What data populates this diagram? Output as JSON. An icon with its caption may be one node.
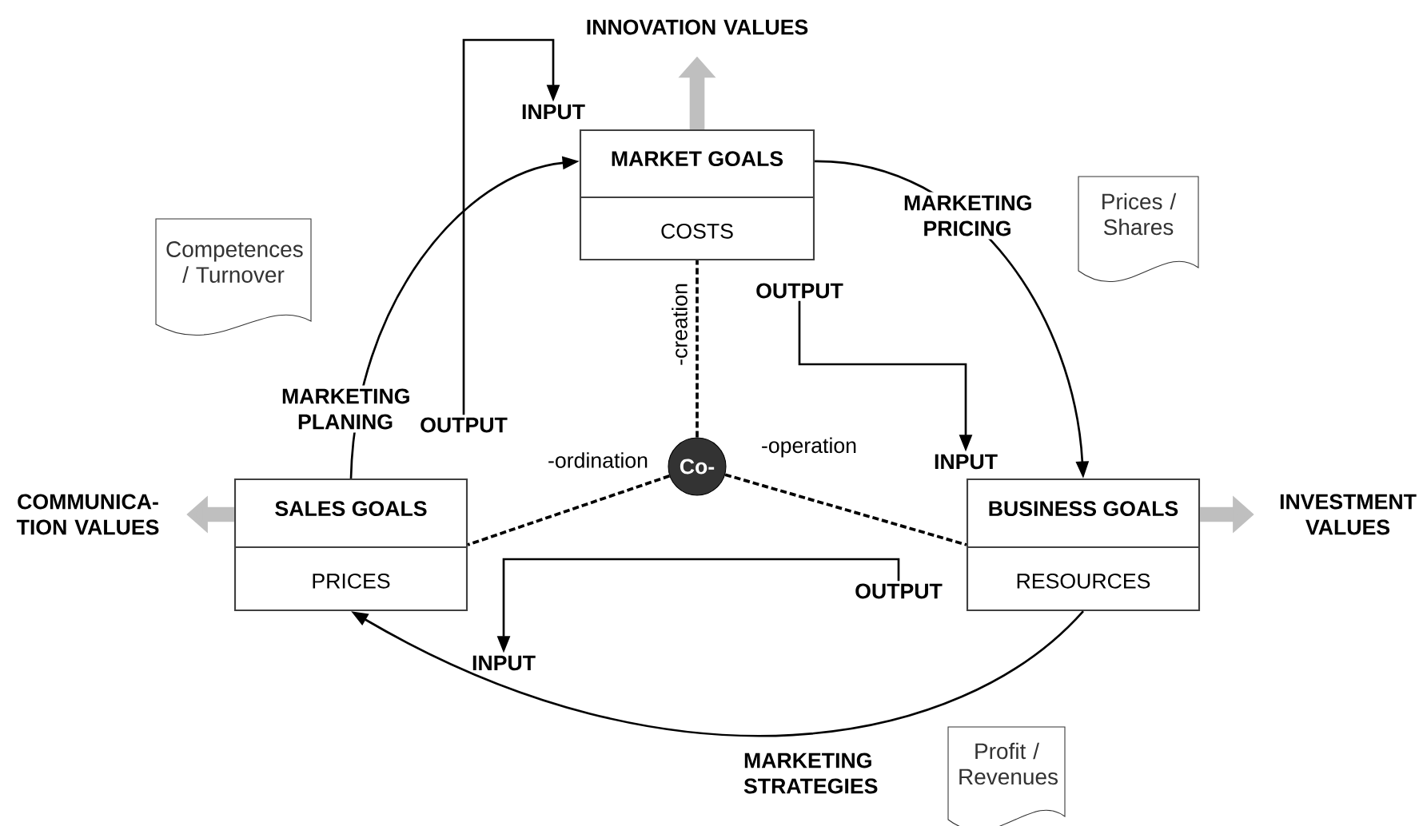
{
  "diagram": {
    "nodes": [
      {
        "text": [
          "INNOVATION VALUES"
        ]
      },
      {
        "text": [
          "INPUT"
        ]
      },
      {
        "text": [
          "MARKET GOALS",
          "COSTS"
        ]
      },
      {
        "text": [
          "Competences / Turnover"
        ]
      },
      {
        "text": [
          "Prices / Shares"
        ]
      },
      {
        "text": [
          "OUTPUT"
        ]
      },
      {
        "text": [
          "OUTPUT"
        ]
      },
      {
        "text": [
          "Co-"
        ]
      },
      {
        "text": [
          "INPUT"
        ]
      },
      {
        "text": [
          "COMMUNICA- TION VALUES"
        ]
      },
      {
        "text": [
          "SALES GOALS",
          "PRICES"
        ]
      },
      {
        "text": [
          "BUSINESS GOALS",
          "RESOURCES"
        ]
      },
      {
        "text": [
          "INVESTMENT VALUES"
        ]
      },
      {
        "text": [
          "OUTPUT"
        ]
      },
      {
        "text": [
          "INPUT"
        ]
      },
      {
        "text": [
          "Profit / Revenues"
        ]
      }
    ],
    "edges": [
      {
        "from": 10,
        "to": 2,
        "arrow": "to",
        "label": "MARKETING PLANING"
      },
      {
        "from": 2,
        "to": 11,
        "arrow": "to",
        "label": "MARKETING PRICING"
      },
      {
        "from": 11,
        "to": 10,
        "arrow": "to",
        "label": "MARKETING STRATEGIES"
      },
      {
        "from": 6,
        "to": 1,
        "arrow": "to"
      },
      {
        "from": 5,
        "to": 8,
        "arrow": "to"
      },
      {
        "from": 13,
        "to": 14,
        "arrow": "to"
      },
      {
        "from": 7,
        "to": 10,
        "arrow": "none",
        "style": "dashed",
        "label": "-ordination"
      },
      {
        "from": 7,
        "to": 2,
        "arrow": "none",
        "style": "dashed",
        "label": "-creation"
      },
      {
        "from": 7,
        "to": 11,
        "arrow": "none",
        "style": "dashed",
        "label": "-operation"
      },
      {
        "from": 2,
        "to": 0,
        "arrow": "to",
        "style": "thick",
        "color": "#bfbfbf"
      },
      {
        "from": 10,
        "to": 9,
        "arrow": "to",
        "style": "thick",
        "color": "#bfbfbf"
      },
      {
        "from": 11,
        "to": 12,
        "arrow": "to",
        "style": "thick",
        "color": "#bfbfbf"
      }
    ]
  }
}
